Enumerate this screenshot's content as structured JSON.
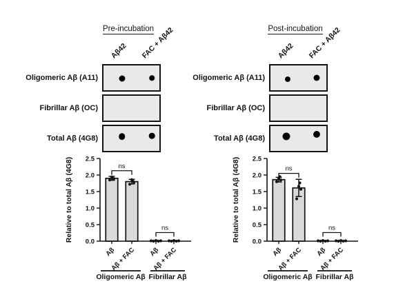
{
  "colors": {
    "border": "#111111",
    "bar_fill": "#d9d9d9",
    "box_fill": "#e9e9e9",
    "dot": "#141414",
    "background": "#ffffff"
  },
  "panels": [
    {
      "title": "Pre-incubation",
      "lane_labels": [
        "Aβ42",
        "FAC + Aβ42"
      ],
      "blot_rows": [
        {
          "label": "Oligomeric Aβ (A11)",
          "dots": [
            {
              "x": 0.33,
              "y": 0.53,
              "d": 9
            },
            {
              "x": 0.87,
              "y": 0.5,
              "d": 7.5
            }
          ]
        },
        {
          "label": "Fibrillar Aβ (OC)",
          "dots": []
        },
        {
          "label": "Total Aβ (4G8)",
          "dots": [
            {
              "x": 0.33,
              "y": 0.42,
              "d": 9.5
            },
            {
              "x": 0.87,
              "y": 0.4,
              "d": 8.5
            }
          ]
        }
      ]
    },
    {
      "title": "Post-incubation",
      "lane_labels": [
        "Aβ42",
        "FAC + Aβ42"
      ],
      "blot_rows": [
        {
          "label": "Oligomeric Aβ (A11)",
          "dots": [
            {
              "x": 0.31,
              "y": 0.55,
              "d": 8
            },
            {
              "x": 0.83,
              "y": 0.5,
              "d": 9
            }
          ]
        },
        {
          "label": "Fibrillar Aβ (OC)",
          "dots": []
        },
        {
          "label": "Total Aβ (4G8)",
          "dots": [
            {
              "x": 0.28,
              "y": 0.42,
              "d": 11
            },
            {
              "x": 0.83,
              "y": 0.32,
              "d": 10
            }
          ]
        }
      ]
    }
  ],
  "chart_data": [
    {
      "type": "bar",
      "title": "Pre-incubation",
      "ylabel": "Relative to total Aβ (4G8)",
      "ylim": [
        0,
        2.5
      ],
      "yticks": [
        0,
        0.5,
        1.0,
        1.5,
        2.0,
        2.5
      ],
      "grid": false,
      "groups": [
        {
          "label": "Oligomeric Aβ",
          "comparison": "ns",
          "bracket_y": 2.13,
          "bars": [
            {
              "label": "Aβ",
              "mean": 1.9,
              "err": 0.06,
              "points": [
                1.85,
                1.89,
                1.94,
                1.9
              ]
            },
            {
              "label": "Aβ + FAC",
              "mean": 1.8,
              "err": 0.07,
              "points": [
                1.72,
                1.78,
                1.86,
                1.82
              ]
            }
          ]
        },
        {
          "label": "Fibrillar Aβ",
          "comparison": "ns",
          "bracket_y": 0.26,
          "bars": [
            {
              "label": "Aβ",
              "mean": 0.01,
              "err": 0.01,
              "points": [
                0.01,
                0,
                0.02,
                0,
                0.01
              ]
            },
            {
              "label": "Aβ + FAC",
              "mean": 0.01,
              "err": 0.01,
              "points": [
                0.01,
                0,
                0.02,
                0,
                0.01
              ]
            }
          ]
        }
      ]
    },
    {
      "type": "bar",
      "title": "Post-incubation",
      "ylabel": "Relative to total Aβ (4G8)",
      "ylim": [
        0,
        2.5
      ],
      "yticks": [
        0,
        0.5,
        1.0,
        1.5,
        2.0,
        2.5
      ],
      "grid": false,
      "groups": [
        {
          "label": "Oligomeric Aβ",
          "comparison": "ns",
          "bracket_y": 2.05,
          "bars": [
            {
              "label": "Aβ",
              "mean": 1.86,
              "err": 0.07,
              "points": [
                1.8,
                1.85,
                1.9,
                1.95
              ]
            },
            {
              "label": "Aβ + FAC",
              "mean": 1.61,
              "err": 0.26,
              "points": [
                1.28,
                1.57,
                1.66,
                1.76
              ]
            }
          ]
        },
        {
          "label": "Fibrillar Aβ",
          "comparison": "ns",
          "bracket_y": 0.26,
          "bars": [
            {
              "label": "Aβ",
              "mean": 0.01,
              "err": 0.01,
              "points": [
                0.01,
                0,
                0.02,
                0,
                0.01
              ]
            },
            {
              "label": "Aβ + FAC",
              "mean": 0.01,
              "err": 0.01,
              "points": [
                0.01,
                0,
                0.02,
                0,
                0.01
              ]
            }
          ]
        }
      ]
    }
  ]
}
